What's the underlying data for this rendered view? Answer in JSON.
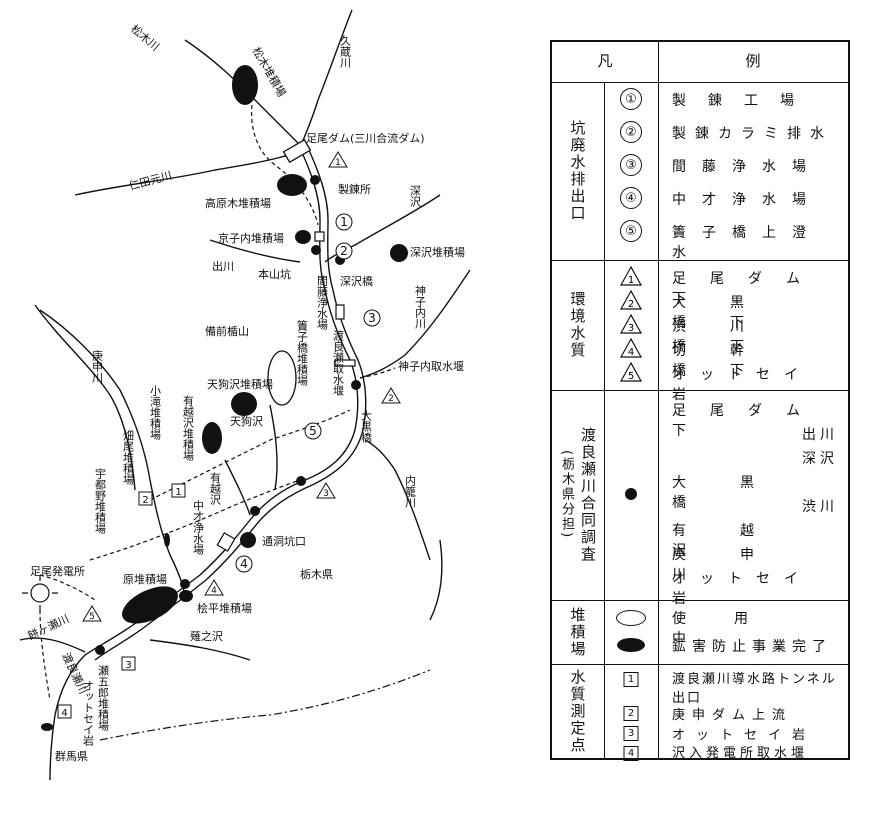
{
  "map": {
    "rivers": {
      "matsuki": "松木川",
      "kuzo": "久蔵川",
      "nitagen": "仁田元川",
      "fuka": "深沢",
      "izu": "出川",
      "jinko": "神子内川",
      "kono": "庚申川",
      "mochigase": "餅ヶ瀬川",
      "watarase": "渡良瀬川",
      "uchikago": "内籠川",
      "yasaka": "薙之沢",
      "tengu": "天狗沢",
      "arikoshi": "有越沢"
    },
    "places": {
      "matsuki_dump": "松木堆積場",
      "dam": "足尾ダム(三川合流ダム)",
      "smelter": "製錬所",
      "takahara": "高原木堆積場",
      "kyoshi": "京子内堆積場",
      "fukasawa_dump": "深沢堆積場",
      "honzan": "本山坑",
      "fukasawa_bridge": "深沢橋",
      "mase": "間藤浄水場",
      "bizen": "備前楯山",
      "wata_intake": "渡良瀬取水堰",
      "jinko_intake": "神子内取水堰",
      "kanko_dump": "簀子橋堆積場",
      "tengu_dump": "天狗沢堆積場",
      "okuro": "大黒橋",
      "kotaki": "小滝堆積場",
      "arikoshi_dump": "有越沢堆積場",
      "hatao": "畑尾堆積場",
      "utsuno": "宇都野堆積場",
      "nakasai": "中才浄水場",
      "tsudo": "通洞坑口",
      "ashio_power": "足尾発電所",
      "hara": "原堆積場",
      "kaihira": "桧平堆積場",
      "tochigi": "栃木県",
      "gunma": "群馬県",
      "segoro": "瀬五郎堆積場",
      "otto_rock": "オットセイ岩"
    }
  },
  "legend": {
    "header_left": "凡",
    "header_right": "例",
    "groups": [
      {
        "category": "坑廃水排出口",
        "items": [
          {
            "symbol": "①",
            "label": "製錬工場"
          },
          {
            "symbol": "②",
            "label": "製錬カラミ排水"
          },
          {
            "symbol": "③",
            "label": "間藤浄水場"
          },
          {
            "symbol": "④",
            "label": "中才浄水場"
          },
          {
            "symbol": "⑤",
            "label": "簀子橋上澄水"
          }
        ]
      },
      {
        "category": "環境水質",
        "items": [
          {
            "symbol": "1",
            "label": "足尾ダム下"
          },
          {
            "symbol": "2",
            "label": "大黒橋下"
          },
          {
            "symbol": "3",
            "label": "渋川橋下"
          },
          {
            "symbol": "4",
            "label": "切幹橋下"
          },
          {
            "symbol": "5",
            "label": "オットセイ岩"
          }
        ]
      },
      {
        "category": "渡良瀬川合同調査",
        "subcategory": "(栃木県分担)",
        "items": [
          {
            "label": "足尾ダム下"
          },
          {
            "label": "出川"
          },
          {
            "label": "深沢"
          },
          {
            "label": "大黒橋"
          },
          {
            "label": "渋川"
          },
          {
            "label": "有越沢"
          },
          {
            "label": "庚申川"
          },
          {
            "label": "オットセイ岩"
          }
        ]
      },
      {
        "category": "堆積場",
        "items": [
          {
            "label": "使用中"
          },
          {
            "label": "鉱害防止事業完了"
          }
        ]
      },
      {
        "category": "水質測定点",
        "items": [
          {
            "symbol": "1",
            "label": "渡良瀬川導水路トンネル出口"
          },
          {
            "symbol": "2",
            "label": "庚申ダム上流"
          },
          {
            "symbol": "3",
            "label": "オットセイ岩"
          },
          {
            "symbol": "4",
            "label": "沢入発電所取水堰"
          }
        ]
      }
    ]
  }
}
